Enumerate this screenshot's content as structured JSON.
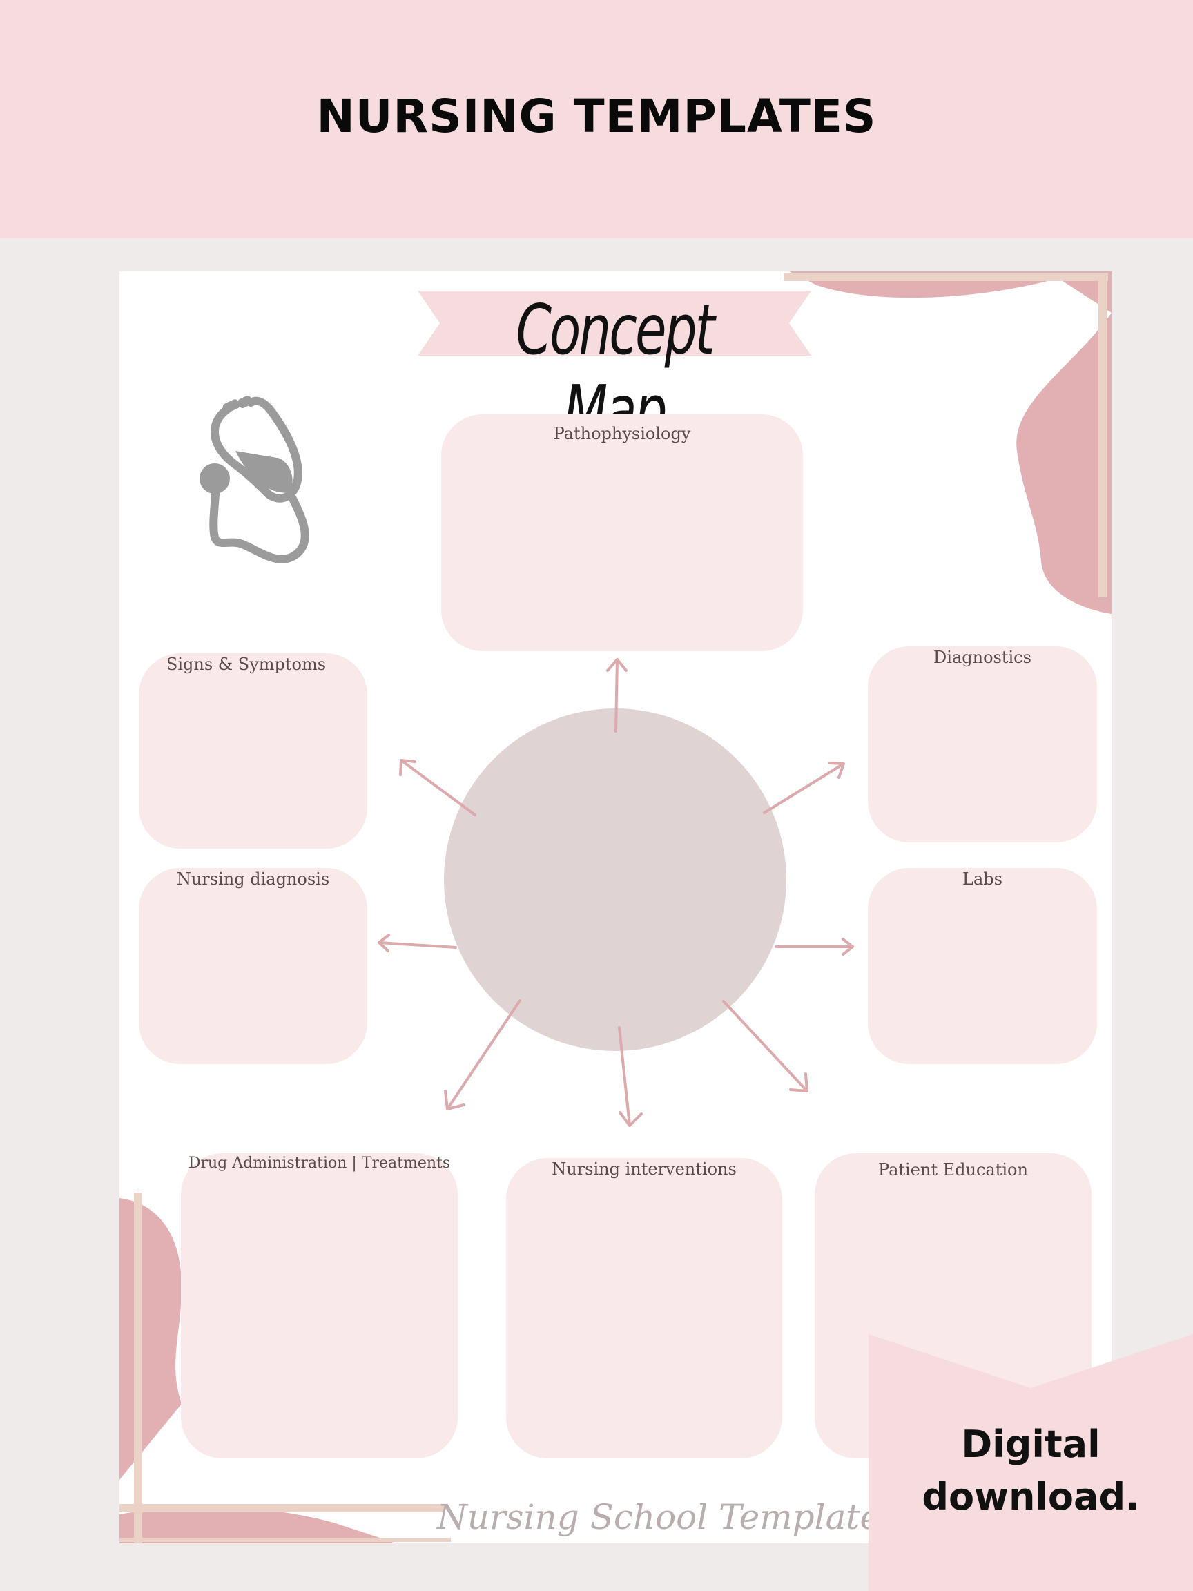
{
  "banner": {
    "title": "NURSING TEMPLATES"
  },
  "sheet": {
    "title": "Concept Map",
    "footer": "Nursing School Template",
    "boxes": [
      {
        "label": "Pathophysiology"
      },
      {
        "label": "Signs & Symptoms"
      },
      {
        "label": "Diagnostics"
      },
      {
        "label": "Nursing diagnosis"
      },
      {
        "label": "Labs"
      },
      {
        "label": "Drug Administration | Treatments"
      },
      {
        "label": "Nursing interventions"
      },
      {
        "label": "Patient Education"
      }
    ]
  },
  "badge": {
    "line1": "Digital",
    "line2": "download."
  },
  "colors": {
    "banner": "#f6dcdf",
    "box": "#f9e9ea",
    "circle": "#dfd3d4",
    "accent": "#e2b0b3",
    "arrow": "#dcaaad"
  }
}
